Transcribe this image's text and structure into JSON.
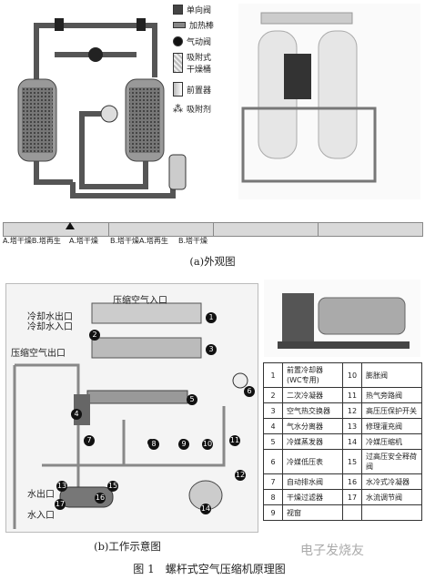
{
  "legend": [
    {
      "label": "单向阀",
      "icon": "check-valve-icon"
    },
    {
      "label": "加热棒",
      "icon": "heater-rod-icon"
    },
    {
      "label": "气动阀",
      "icon": "pneumatic-valve-icon"
    },
    {
      "label": "吸附式干燥桶",
      "icon": "adsorption-dryer-tank-icon"
    },
    {
      "label": "前置器",
      "icon": "pre-filter-icon"
    },
    {
      "label": "吸附剂",
      "icon": "adsorbent-icon"
    }
  ],
  "timeline": {
    "segments": [
      "A.塔干燥B.塔再生",
      "A.塔干燥",
      "B.塔干燥A.塔再生",
      "B.塔干燥"
    ]
  },
  "caption_a": "(a)外观图",
  "caption_b": "(b)工作示意图",
  "figure_title": "图 1　螺杆式空气压缩机原理图",
  "watermark": "电子发烧友",
  "schematic_labels": {
    "compressed_air_in_top": "压缩空气入口",
    "cooling_water_out": "冷却水出口",
    "cooling_water_in": "冷却水入口",
    "compressed_air_out": "压缩空气出口",
    "water_out": "水出口",
    "water_in": "水入口"
  },
  "parts": [
    [
      "1",
      "前置冷却器\n(WC专用)",
      "10",
      "膨胀阀"
    ],
    [
      "2",
      "二次冷凝器",
      "11",
      "热气旁路阀"
    ],
    [
      "3",
      "空气热交换器",
      "12",
      "高压压保护开关"
    ],
    [
      "4",
      "气水分离器",
      "13",
      "修理灌充阀"
    ],
    [
      "5",
      "冷媒蒸发器",
      "14",
      "冷媒压缩机"
    ],
    [
      "6",
      "冷媒低压表",
      "15",
      "过高压安全释荷阀"
    ],
    [
      "7",
      "自动排水阀",
      "16",
      "水冷式冷凝器"
    ],
    [
      "8",
      "干燥过滤器",
      "17",
      "水流调节阀"
    ],
    [
      "9",
      "视窗",
      "",
      ""
    ]
  ],
  "colors": {
    "accent": "#e8e8e8",
    "dark": "#111111"
  }
}
